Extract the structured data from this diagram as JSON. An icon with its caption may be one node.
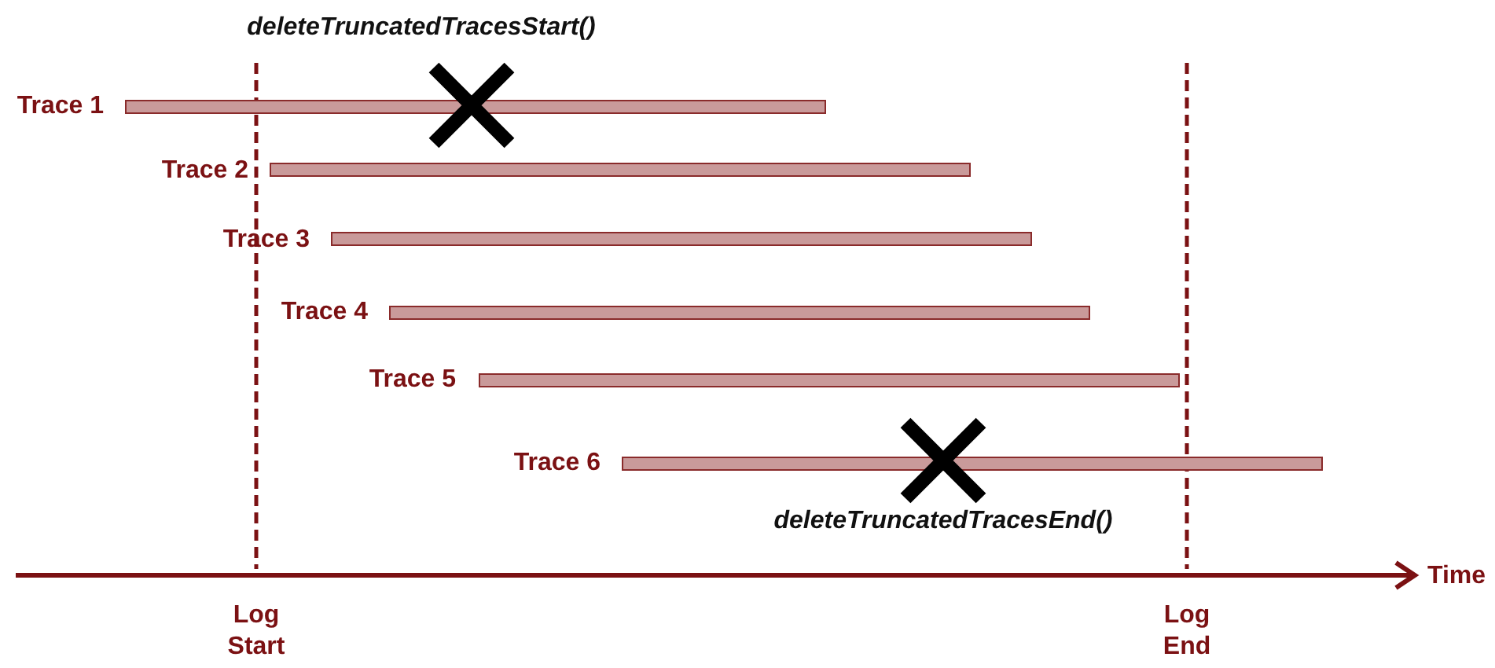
{
  "diagram": {
    "labels": [
      "deleteTruncatedTracesStart()",
      "Trace 1",
      "Trace 2",
      "Trace 3",
      "Trace 4",
      "Trace 5",
      "Trace 6",
      "deleteTruncatedTracesEnd()",
      "Time",
      "Log Start",
      "Log End"
    ]
  }
}
